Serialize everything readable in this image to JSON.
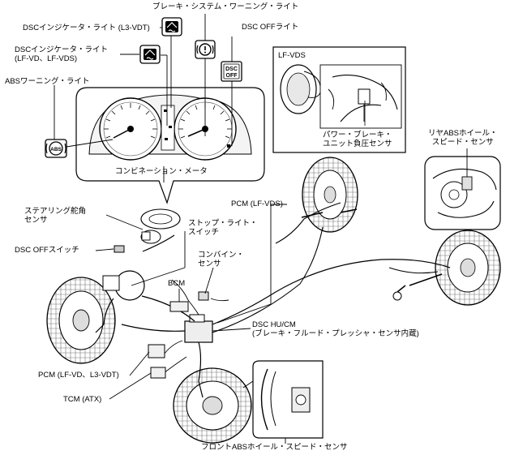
{
  "labels": {
    "brake_warning": "ブレーキ・システム・ワーニング・ライト",
    "dsc_indicator_l3": "DSCインジケータ・ライト (L3-VDT)",
    "dsc_off_light": "DSC OFFライト",
    "dsc_indicator_lf_line1": "DSCインジケータ・ライト",
    "dsc_indicator_lf_line2": "(LF-VD、LF-VDS)",
    "abs_warning": "ABSワーニング・ライト",
    "inset_title": "LF-VDS",
    "power_brake_line1": "パワー・ブレーキ・",
    "power_brake_line2": "ユニット負圧センサ",
    "rear_abs_line1": "リヤABSホイール・",
    "rear_abs_line2": "スピード・センサ",
    "combination_meter": "コンビネーション・メータ",
    "pcm_lf_vds": "PCM (LF-VDS)",
    "steering_angle_line1": "ステアリング舵角",
    "steering_angle_line2": "センサ",
    "stop_light_line1": "ストップ・ライト・",
    "stop_light_line2": "スイッチ",
    "dsc_off_switch": "DSC OFFスイッチ",
    "combine_sensor_line1": "コンバイン・",
    "combine_sensor_line2": "センサ",
    "bcm": "BCM",
    "dsc_hu_cm_line1": "DSC HU/CM",
    "dsc_hu_cm_line2": "(ブレーキ・フルード・プレッシャ・センサ内蔵)",
    "pcm_lf_vd": "PCM (LF-VD、L3-VDT)",
    "tcm": "TCM (ATX)",
    "front_abs": "フロントABSホイール・スピード・センサ"
  },
  "icons": {
    "abs_text": "ABS",
    "dsc_off_text_line1": "DSC",
    "dsc_off_text_line2": "OFF"
  }
}
